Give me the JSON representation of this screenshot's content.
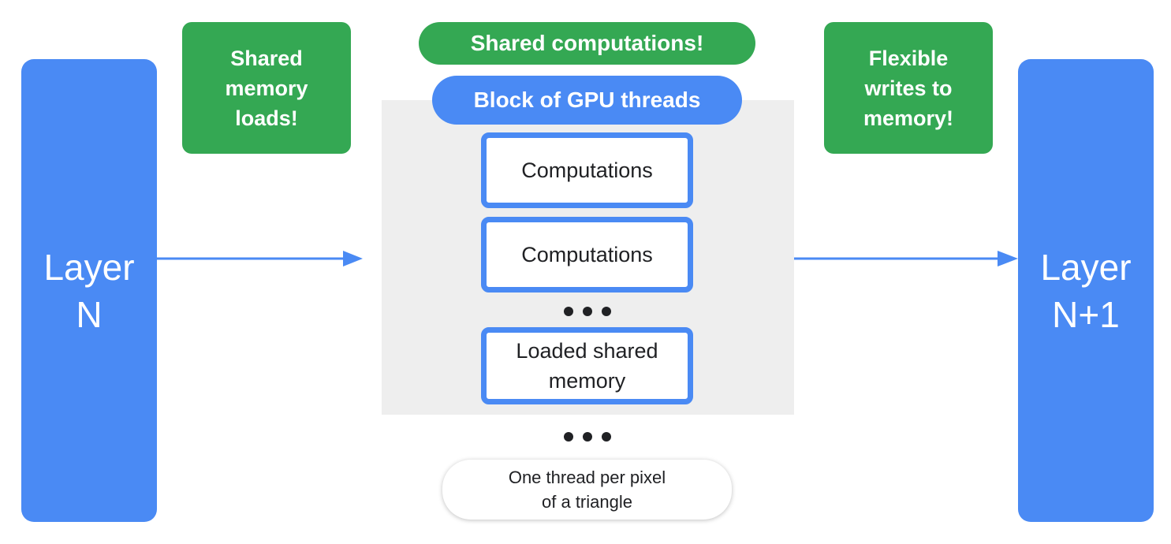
{
  "layers": {
    "left": {
      "line1": "Layer",
      "line2": "N"
    },
    "right": {
      "line1": "Layer",
      "line2": "N+1"
    }
  },
  "callouts": {
    "shared_memory_loads": [
      "Shared",
      "memory",
      "loads!"
    ],
    "shared_computations": "Shared computations!",
    "flexible_writes": [
      "Flexible",
      "writes to",
      "memory!"
    ]
  },
  "gpu_block": {
    "label": "Block of GPU threads",
    "boxes": [
      {
        "lines": [
          "Computations"
        ]
      },
      {
        "lines": [
          "Computations"
        ]
      },
      {
        "lines": [
          "Loaded shared",
          "memory"
        ]
      }
    ]
  },
  "note": [
    "One thread per pixel",
    "of a triangle"
  ],
  "colors": {
    "blue": "#4a8af4",
    "green": "#34a853",
    "gray_bg": "#eeeeee",
    "text_dark": "#202124"
  }
}
